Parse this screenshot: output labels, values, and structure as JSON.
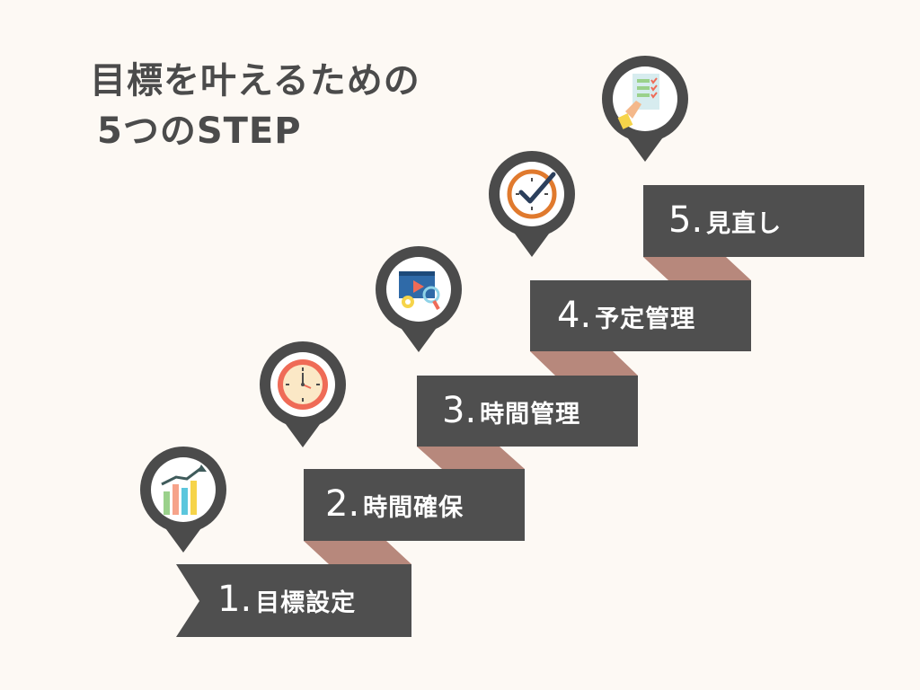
{
  "title": {
    "line1": "目標を叶えるための",
    "line2": "5つのSTEP"
  },
  "steps": [
    {
      "num": "1.",
      "label": "目標設定",
      "icon": "growth-chart-icon"
    },
    {
      "num": "2.",
      "label": "時間確保",
      "icon": "wall-clock-icon"
    },
    {
      "num": "3.",
      "label": "時間管理",
      "icon": "video-settings-icon"
    },
    {
      "num": "4.",
      "label": "予定管理",
      "icon": "clock-check-icon"
    },
    {
      "num": "5.",
      "label": "見直し",
      "icon": "checklist-clipboard-icon"
    }
  ],
  "colors": {
    "background": "#fdf9f4",
    "step_fill": "#4f4f4f",
    "connector": "#b7887c",
    "text_dark": "#4b4b4b"
  }
}
